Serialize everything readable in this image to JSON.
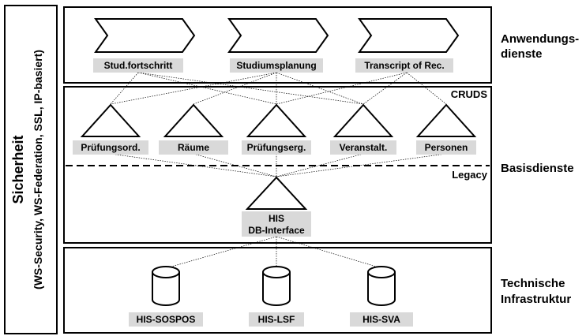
{
  "security": {
    "title": "Sicherheit",
    "subtitle": "(WS-Security, WS-Federation,  SSL, IP-basiert)"
  },
  "layers": {
    "application": {
      "label_line1": "Anwendungs-",
      "label_line2": "dienste"
    },
    "base": {
      "label": "Basisdienste",
      "cruds": "CRUDS",
      "legacy": "Legacy"
    },
    "infrastructure": {
      "label_line1": "Technische",
      "label_line2": "Infrastruktur"
    }
  },
  "application_services": [
    "Stud.fortschritt",
    "Studiumsplanung",
    "Transcript of Rec."
  ],
  "base_services": [
    "Prüfungsord.",
    "Räume",
    "Prüfungserg.",
    "Veranstalt.",
    "Personen"
  ],
  "interface": {
    "line1": "HIS",
    "line2": "DB-Interface"
  },
  "databases": [
    "HIS-SOSPOS",
    "HIS-LSF",
    "HIS-SVA"
  ],
  "colors": {
    "label_fill": "#d9d9d9",
    "stroke": "#000000",
    "background": "#ffffff"
  }
}
